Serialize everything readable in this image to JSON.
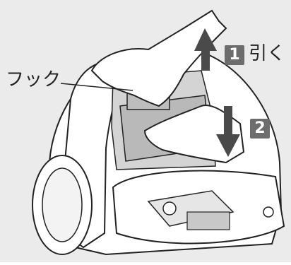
{
  "labels": {
    "hook": "フック",
    "step1_number": "1",
    "step1_action": "引く",
    "step2_number": "2"
  },
  "colors": {
    "background": "#ebebeb",
    "line": "#222222",
    "arrow": "#4a4a4a",
    "badge": "#6d6d6d",
    "body_fill": "#ffffff",
    "shade": "#c8c8c8"
  },
  "icons": {
    "up_arrow": "arrow-up-icon",
    "down_arrow": "arrow-down-icon"
  }
}
